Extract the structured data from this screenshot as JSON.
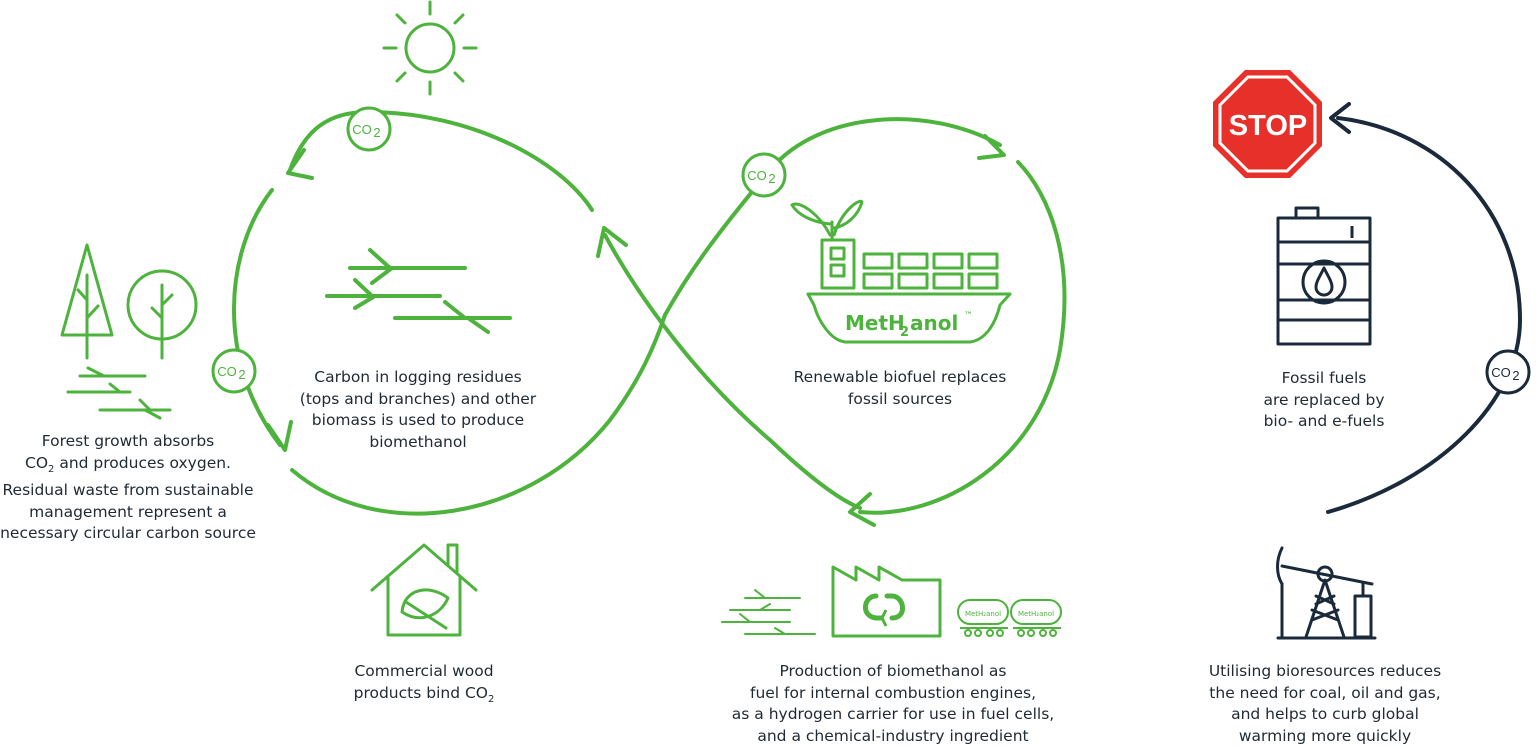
{
  "colors": {
    "green": "#4db33d",
    "dark": "#1b2a3a",
    "stop_red": "#e8302a",
    "text": "#1f2a33"
  },
  "co2_label": {
    "main": "CO",
    "sub": "2"
  },
  "stop_sign": {
    "label": "STOP"
  },
  "ship": {
    "brand_main": "MetH",
    "brand_sub": "2",
    "brand_end": "anol",
    "tm": "™"
  },
  "tank_label": "MetH₂anol",
  "captions": {
    "forest": {
      "line1": "Forest growth absorbs",
      "line2_main": "CO",
      "line2_sub": "2",
      "line2_end": " and produces oxygen.",
      "line3": "Residual waste from sustainable",
      "line4": "management represent a",
      "line5": "necessary circular carbon source"
    },
    "residues": {
      "line1": "Carbon in logging residues",
      "line2": "(tops and branches) and other",
      "line3": "biomass is used to produce",
      "line4": "biomethanol"
    },
    "wood": {
      "line1": "Commercial wood",
      "line2_main": "products bind CO",
      "line2_sub": "2"
    },
    "biofuel": {
      "line1": "Renewable biofuel replaces",
      "line2": "fossil sources"
    },
    "production": {
      "line1": "Production of biomethanol as",
      "line2": "fuel for internal combustion engines,",
      "line3": "as a hydrogen carrier for use in fuel cells,",
      "line4": "and a chemical-industry ingredient"
    },
    "fossil": {
      "line1": "Fossil fuels",
      "line2": "are replaced by",
      "line3": "bio- and e-fuels"
    },
    "bioresources": {
      "line1": "Utilising bioresources reduces",
      "line2": "the need for coal, oil and gas,",
      "line3": "and helps to curb global",
      "line4": "warming more quickly"
    }
  }
}
